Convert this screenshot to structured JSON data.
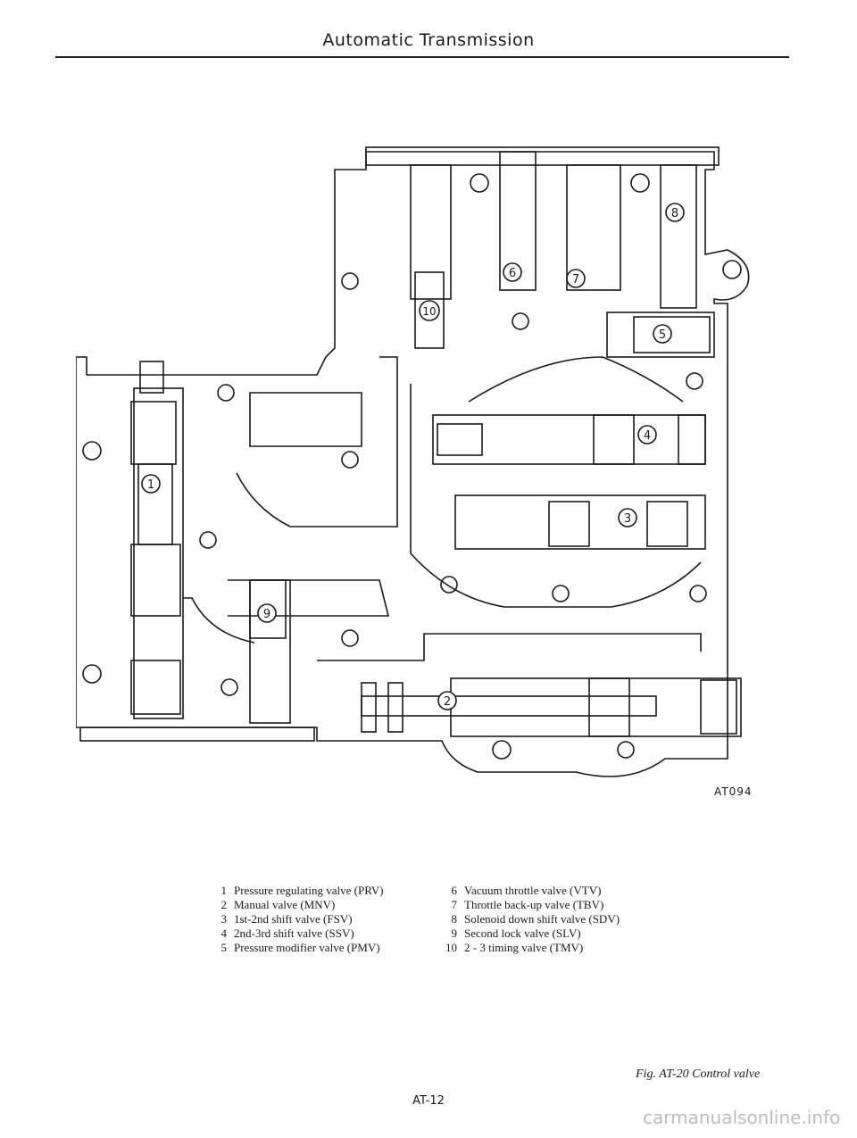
{
  "header": {
    "title": "Automatic Transmission"
  },
  "figure": {
    "code": "AT094",
    "callouts": [
      "1",
      "2",
      "3",
      "4",
      "5",
      "6",
      "7",
      "8",
      "9",
      "10"
    ]
  },
  "legend": {
    "left": [
      {
        "num": "1",
        "text": "Pressure regulating valve (PRV)"
      },
      {
        "num": "2",
        "text": "Manual valve (MNV)"
      },
      {
        "num": "3",
        "text": "1st-2nd shift valve (FSV)"
      },
      {
        "num": "4",
        "text": "2nd-3rd shift valve (SSV)"
      },
      {
        "num": "5",
        "text": "Pressure modifier valve (PMV)"
      }
    ],
    "right": [
      {
        "num": "6",
        "text": "Vacuum throttle valve (VTV)"
      },
      {
        "num": "7",
        "text": "Throttle back-up valve (TBV)"
      },
      {
        "num": "8",
        "text": "Solenoid down shift valve (SDV)"
      },
      {
        "num": "9",
        "text": "Second lock valve (SLV)"
      },
      {
        "num": "10",
        "text": "2 - 3 timing valve (TMV)"
      }
    ]
  },
  "caption": "Fig. AT-20 Control valve",
  "footer": {
    "page_number": "AT-12",
    "watermark": "carmanualsonline.info"
  }
}
